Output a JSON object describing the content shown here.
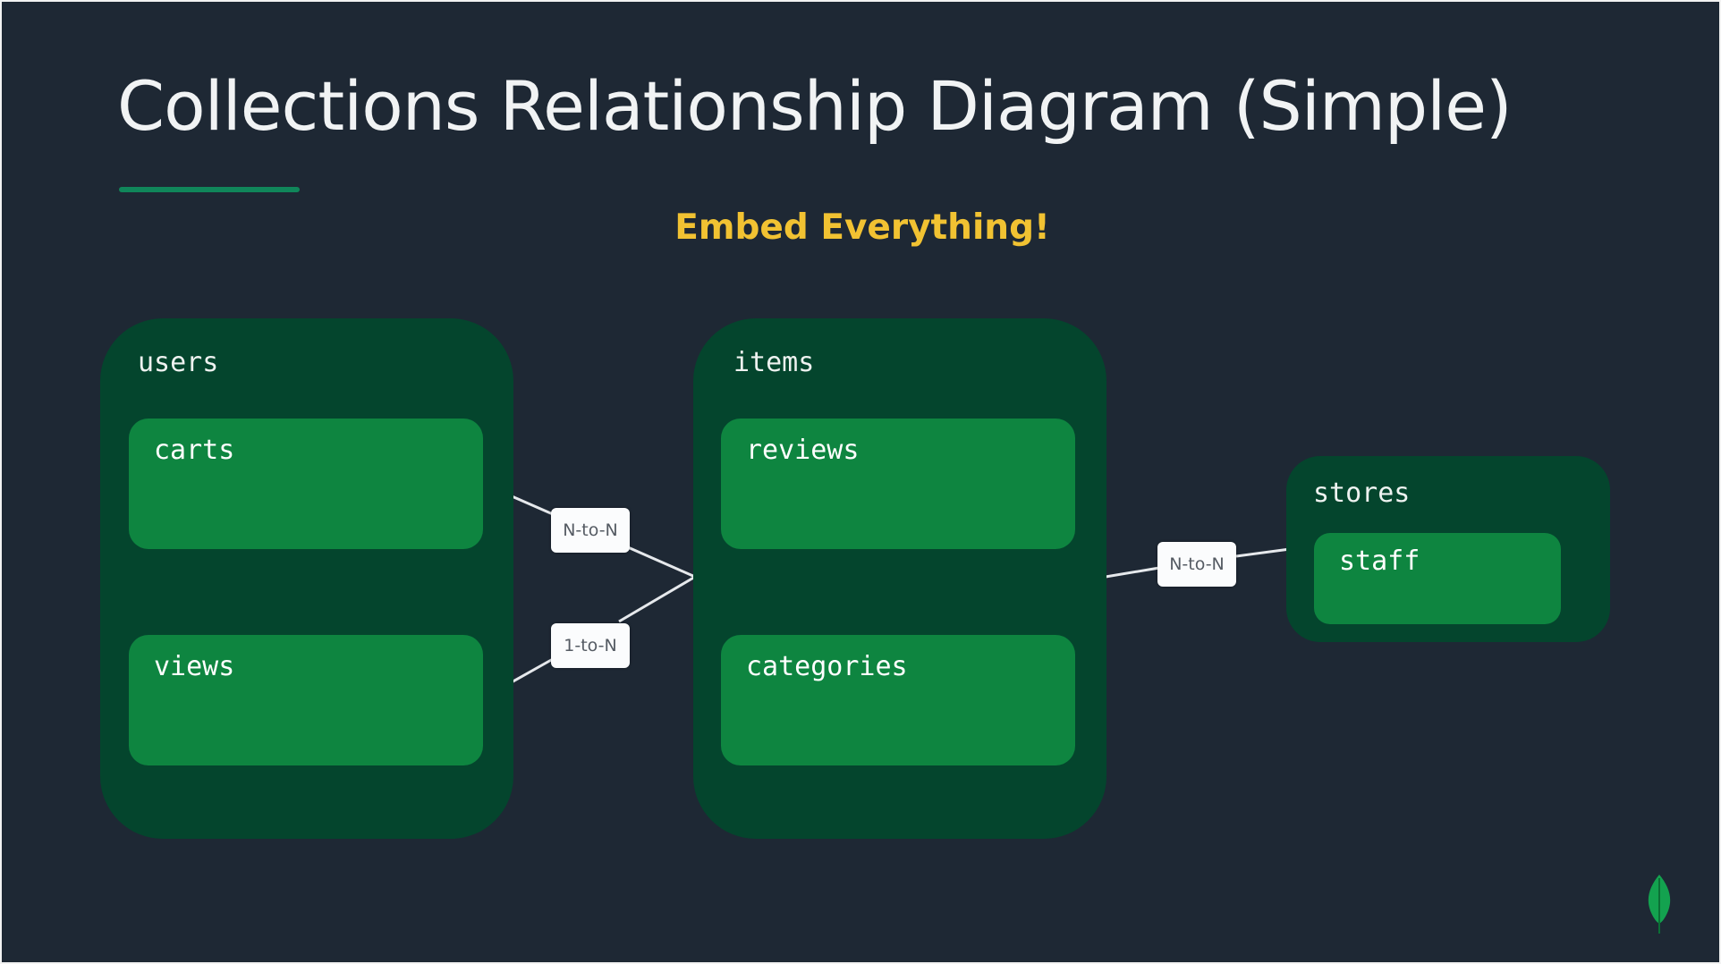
{
  "slide": {
    "title": "Collections Relationship Diagram (Simple)",
    "subtitle": "Embed Everything!"
  },
  "collections": {
    "users": {
      "label": "users",
      "docs": {
        "carts": "carts",
        "views": "views"
      }
    },
    "items": {
      "label": "items",
      "docs": {
        "reviews": "reviews",
        "categories": "categories"
      }
    },
    "stores": {
      "label": "stores",
      "docs": {
        "staff": "staff"
      }
    }
  },
  "relationships": {
    "carts_items": "N-to-N",
    "views_items": "1-to-N",
    "items_stores": "N-to-N"
  },
  "colors": {
    "background": "#1e2834",
    "collection": "#04452d",
    "document": "#0e8540",
    "accent": "#10865a",
    "subtitle": "#f1c232"
  },
  "icons": {
    "logo": "leaf-icon"
  }
}
